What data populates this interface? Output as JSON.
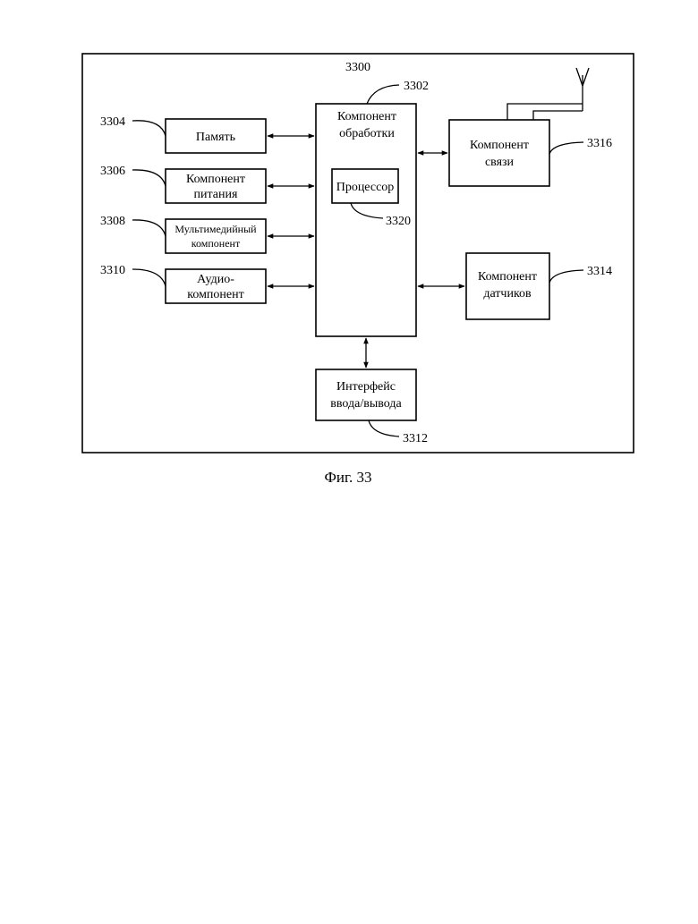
{
  "figure": {
    "caption": "Фиг. 33",
    "device_ref": "3300"
  },
  "blocks": {
    "processing": {
      "ref": "3302",
      "line1": "Компонент",
      "line2": "обработки"
    },
    "processor": {
      "ref": "3320",
      "line1": "Процессор"
    },
    "memory": {
      "ref": "3304",
      "line1": "Память"
    },
    "power": {
      "ref": "3306",
      "line1": "Компонент",
      "line2": "питания"
    },
    "multimedia": {
      "ref": "3308",
      "line1": "Мультимедийный",
      "line2": "компонент"
    },
    "audio": {
      "ref": "3310",
      "line1": "Аудио-",
      "line2": "компонент"
    },
    "communication": {
      "ref": "3316",
      "line1": "Компонент",
      "line2": "связи"
    },
    "sensors": {
      "ref": "3314",
      "line1": "Компонент",
      "line2": "датчиков"
    },
    "io": {
      "ref": "3312",
      "line1": "Интерфейс",
      "line2": "ввода/вывода"
    }
  }
}
